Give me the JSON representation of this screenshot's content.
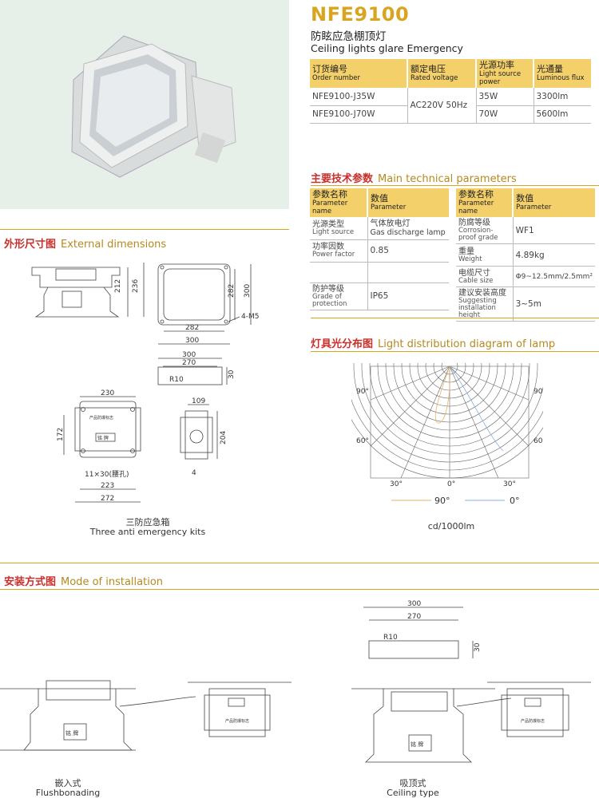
{
  "header": {
    "model": "NFE9100",
    "name_cn": "防眩应急棚顶灯",
    "name_en": "Ceiling lights glare Emergency"
  },
  "order_table": {
    "headers": [
      {
        "cn": "订货编号",
        "en": "Order number"
      },
      {
        "cn": "额定电压",
        "en": "Rated voltage"
      },
      {
        "cn": "光源功率",
        "en": "Light source power"
      },
      {
        "cn": "光通量",
        "en": "Luminous flux"
      }
    ],
    "rows": [
      {
        "order": "NFE9100-J35W",
        "voltage": "AC220V  50Hz",
        "power": "35W",
        "flux": "3300lm"
      },
      {
        "order": "NFE9100-J70W",
        "power": "70W",
        "flux": "5600lm"
      }
    ]
  },
  "sections": {
    "main_params": {
      "cn": "主要技术参数",
      "en": "Main technical parameters"
    },
    "external": {
      "cn": "外形尺寸图",
      "en": "External dimensions"
    },
    "light_dist": {
      "cn": "灯具光分布图",
      "en": "Light distribution diagram of lamp"
    },
    "install": {
      "cn": "安装方式图",
      "en": "Mode of installation"
    }
  },
  "param_headers": {
    "name_cn": "参数名称",
    "name_en": "Parameter name",
    "val_cn": "数值",
    "val_en": "Parameter"
  },
  "params_left": [
    {
      "cn": "光源类型",
      "en": "Light source",
      "val_cn": "气体放电灯",
      "val_en": "Gas discharge lamp"
    },
    {
      "cn": "功率因数",
      "en": "Power factor",
      "val": "0.85"
    },
    {
      "cn": "",
      "en": "",
      "val": ""
    },
    {
      "cn": "防护等级",
      "en": "Grade of protection",
      "val": "IP65"
    }
  ],
  "params_right": [
    {
      "cn": "防腐等级",
      "en": "Corrosion-proof grade",
      "val": "WF1"
    },
    {
      "cn": "重量",
      "en": "Weight",
      "val": "4.89kg"
    },
    {
      "cn": "电缆尺寸",
      "en": "Cable size",
      "val": "Φ9~12.5mm/2.5mm²"
    },
    {
      "cn": "建议安装高度",
      "en": "Suggesting installation height",
      "val": "3~5m"
    }
  ],
  "dims": {
    "d212": "212",
    "d236": "236",
    "d282h": "282",
    "d300h": "300",
    "d282w": "282",
    "d300w": "300",
    "m5": "4-M5",
    "b300": "300",
    "b270": "270",
    "b30": "30",
    "r10": "R10",
    "k230": "230",
    "k172": "172",
    "k223": "223",
    "k272": "272",
    "k_slot": "11×30(腰孔)",
    "k109": "109",
    "k204": "204",
    "k4": "4",
    "box_cn": "三防应急箱",
    "box_en": "Three anti emergency kits",
    "box_label": "产品防爆标志",
    "nameplate": "铭 牌"
  },
  "polar": {
    "a90l": "90°",
    "a90r": "90°",
    "a60l": "60°",
    "a60r": "60°",
    "a30l": "30°",
    "a0": "0°",
    "a30r": "30°",
    "leg90": "90°",
    "leg0": "0°",
    "unit": "cd/1000lm"
  },
  "install": {
    "i300": "300",
    "i270": "270",
    "i30": "30",
    "ir10": "R10",
    "flush_cn": "嵌入式",
    "flush_en": "Flushbonading",
    "ceil_cn": "吸顶式",
    "ceil_en": "Ceiling type"
  }
}
